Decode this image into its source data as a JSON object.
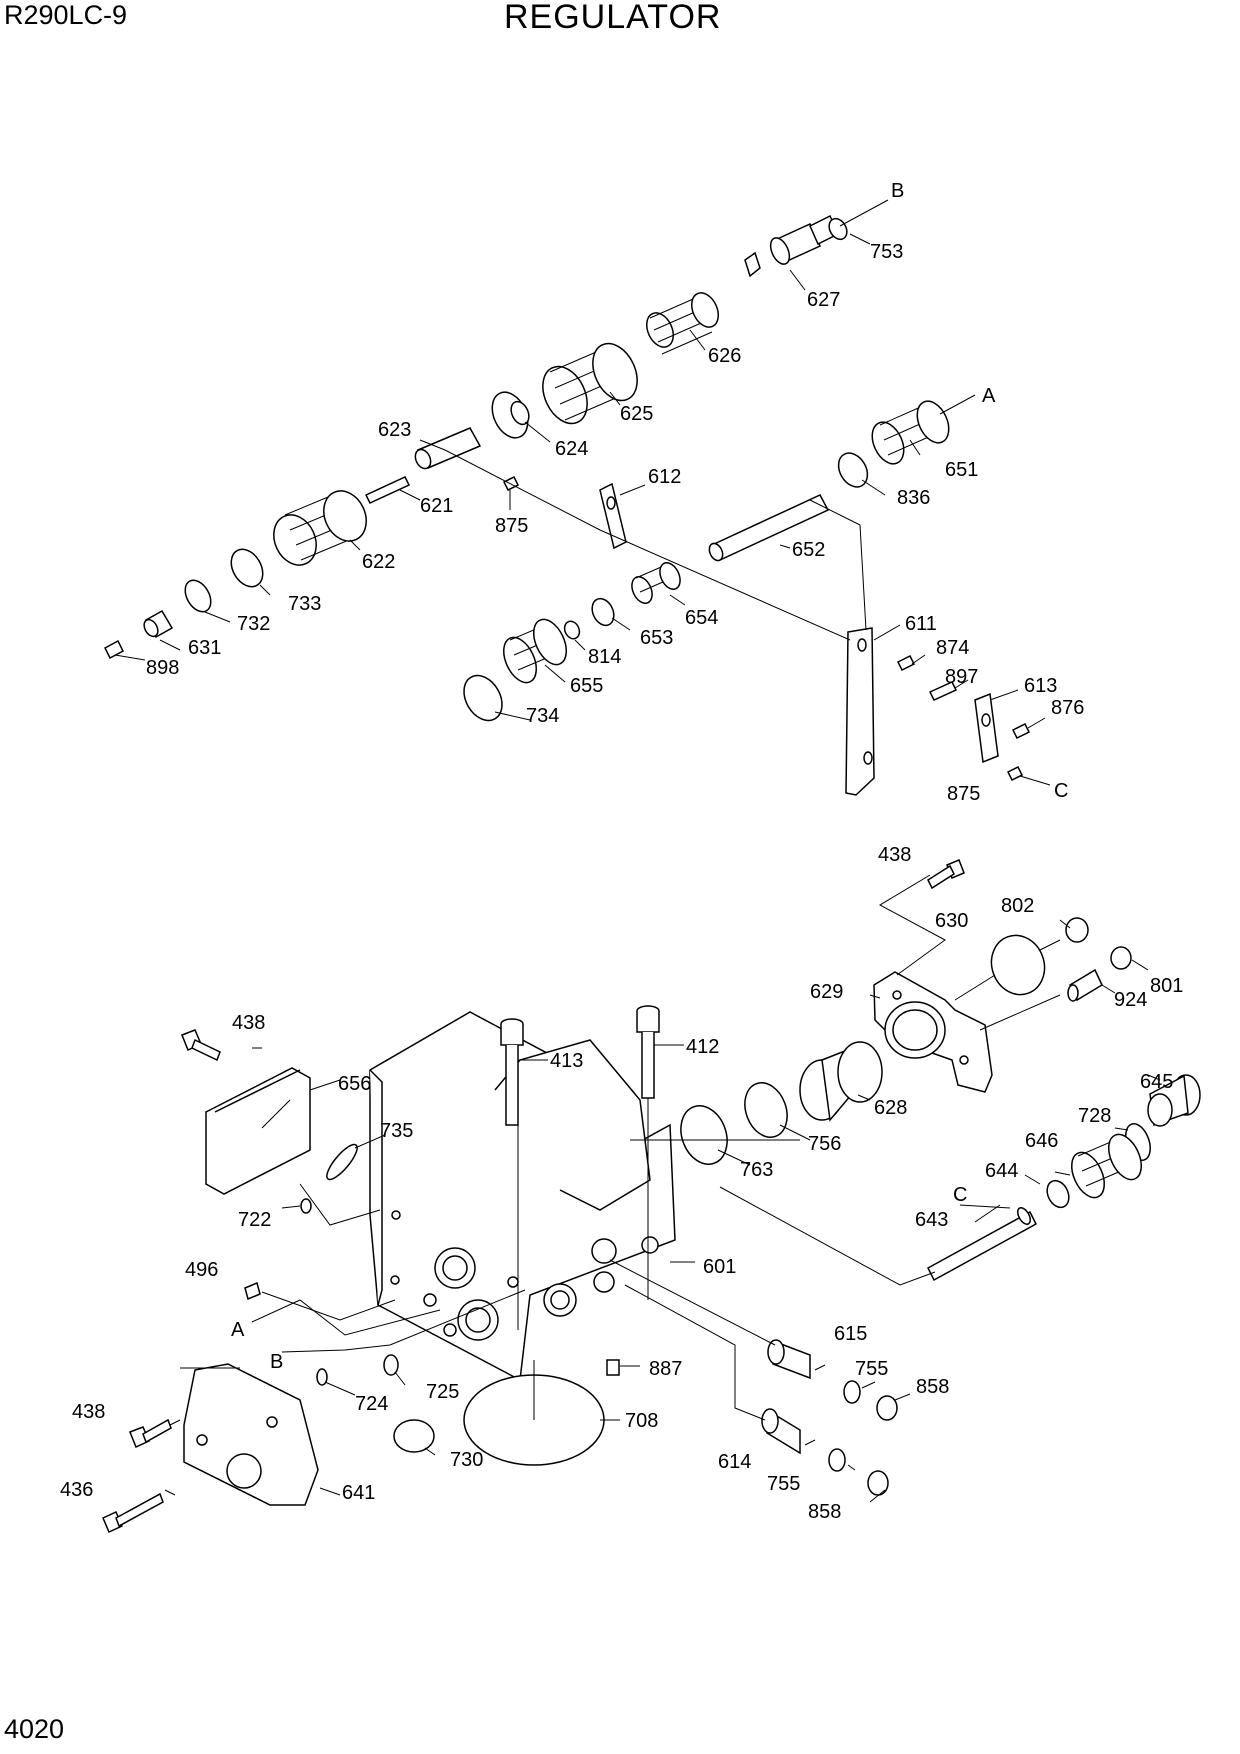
{
  "header": {
    "model": "R290LC-9",
    "title": "REGULATOR",
    "page_number": "4020"
  },
  "callouts": {
    "p413": "413",
    "p412": "412",
    "p438a": "438",
    "p438b": "438",
    "p438c": "438",
    "p436": "436",
    "p496": "496",
    "p601": "601",
    "p611": "611",
    "p612": "612",
    "p613": "613",
    "p614": "614",
    "p615": "615",
    "p621": "621",
    "p622": "622",
    "p623": "623",
    "p624": "624",
    "p625": "625",
    "p626": "626",
    "p627": "627",
    "p628": "628",
    "p629": "629",
    "p630": "630",
    "p631": "631",
    "p641": "641",
    "p643": "643",
    "p644": "644",
    "p645": "645",
    "p646": "646",
    "p651": "651",
    "p652": "652",
    "p653": "653",
    "p654": "654",
    "p655": "655",
    "p656": "656",
    "p708": "708",
    "p722": "722",
    "p724": "724",
    "p725": "725",
    "p728": "728",
    "p730": "730",
    "p732": "732",
    "p733": "733",
    "p734": "734",
    "p735": "735",
    "p753": "753",
    "p755a": "755",
    "p755b": "755",
    "p756": "756",
    "p763": "763",
    "p801": "801",
    "p802": "802",
    "p814": "814",
    "p836": "836",
    "p858a": "858",
    "p858b": "858",
    "p874": "874",
    "p875a": "875",
    "p875b": "875",
    "p876": "876",
    "p887": "887",
    "p897": "897",
    "p898": "898",
    "p924": "924"
  },
  "connection_markers": {
    "A_top": "A",
    "B_top": "B",
    "C_top": "C",
    "A_bot": "A",
    "B_bot": "B",
    "C_bot": "C"
  }
}
